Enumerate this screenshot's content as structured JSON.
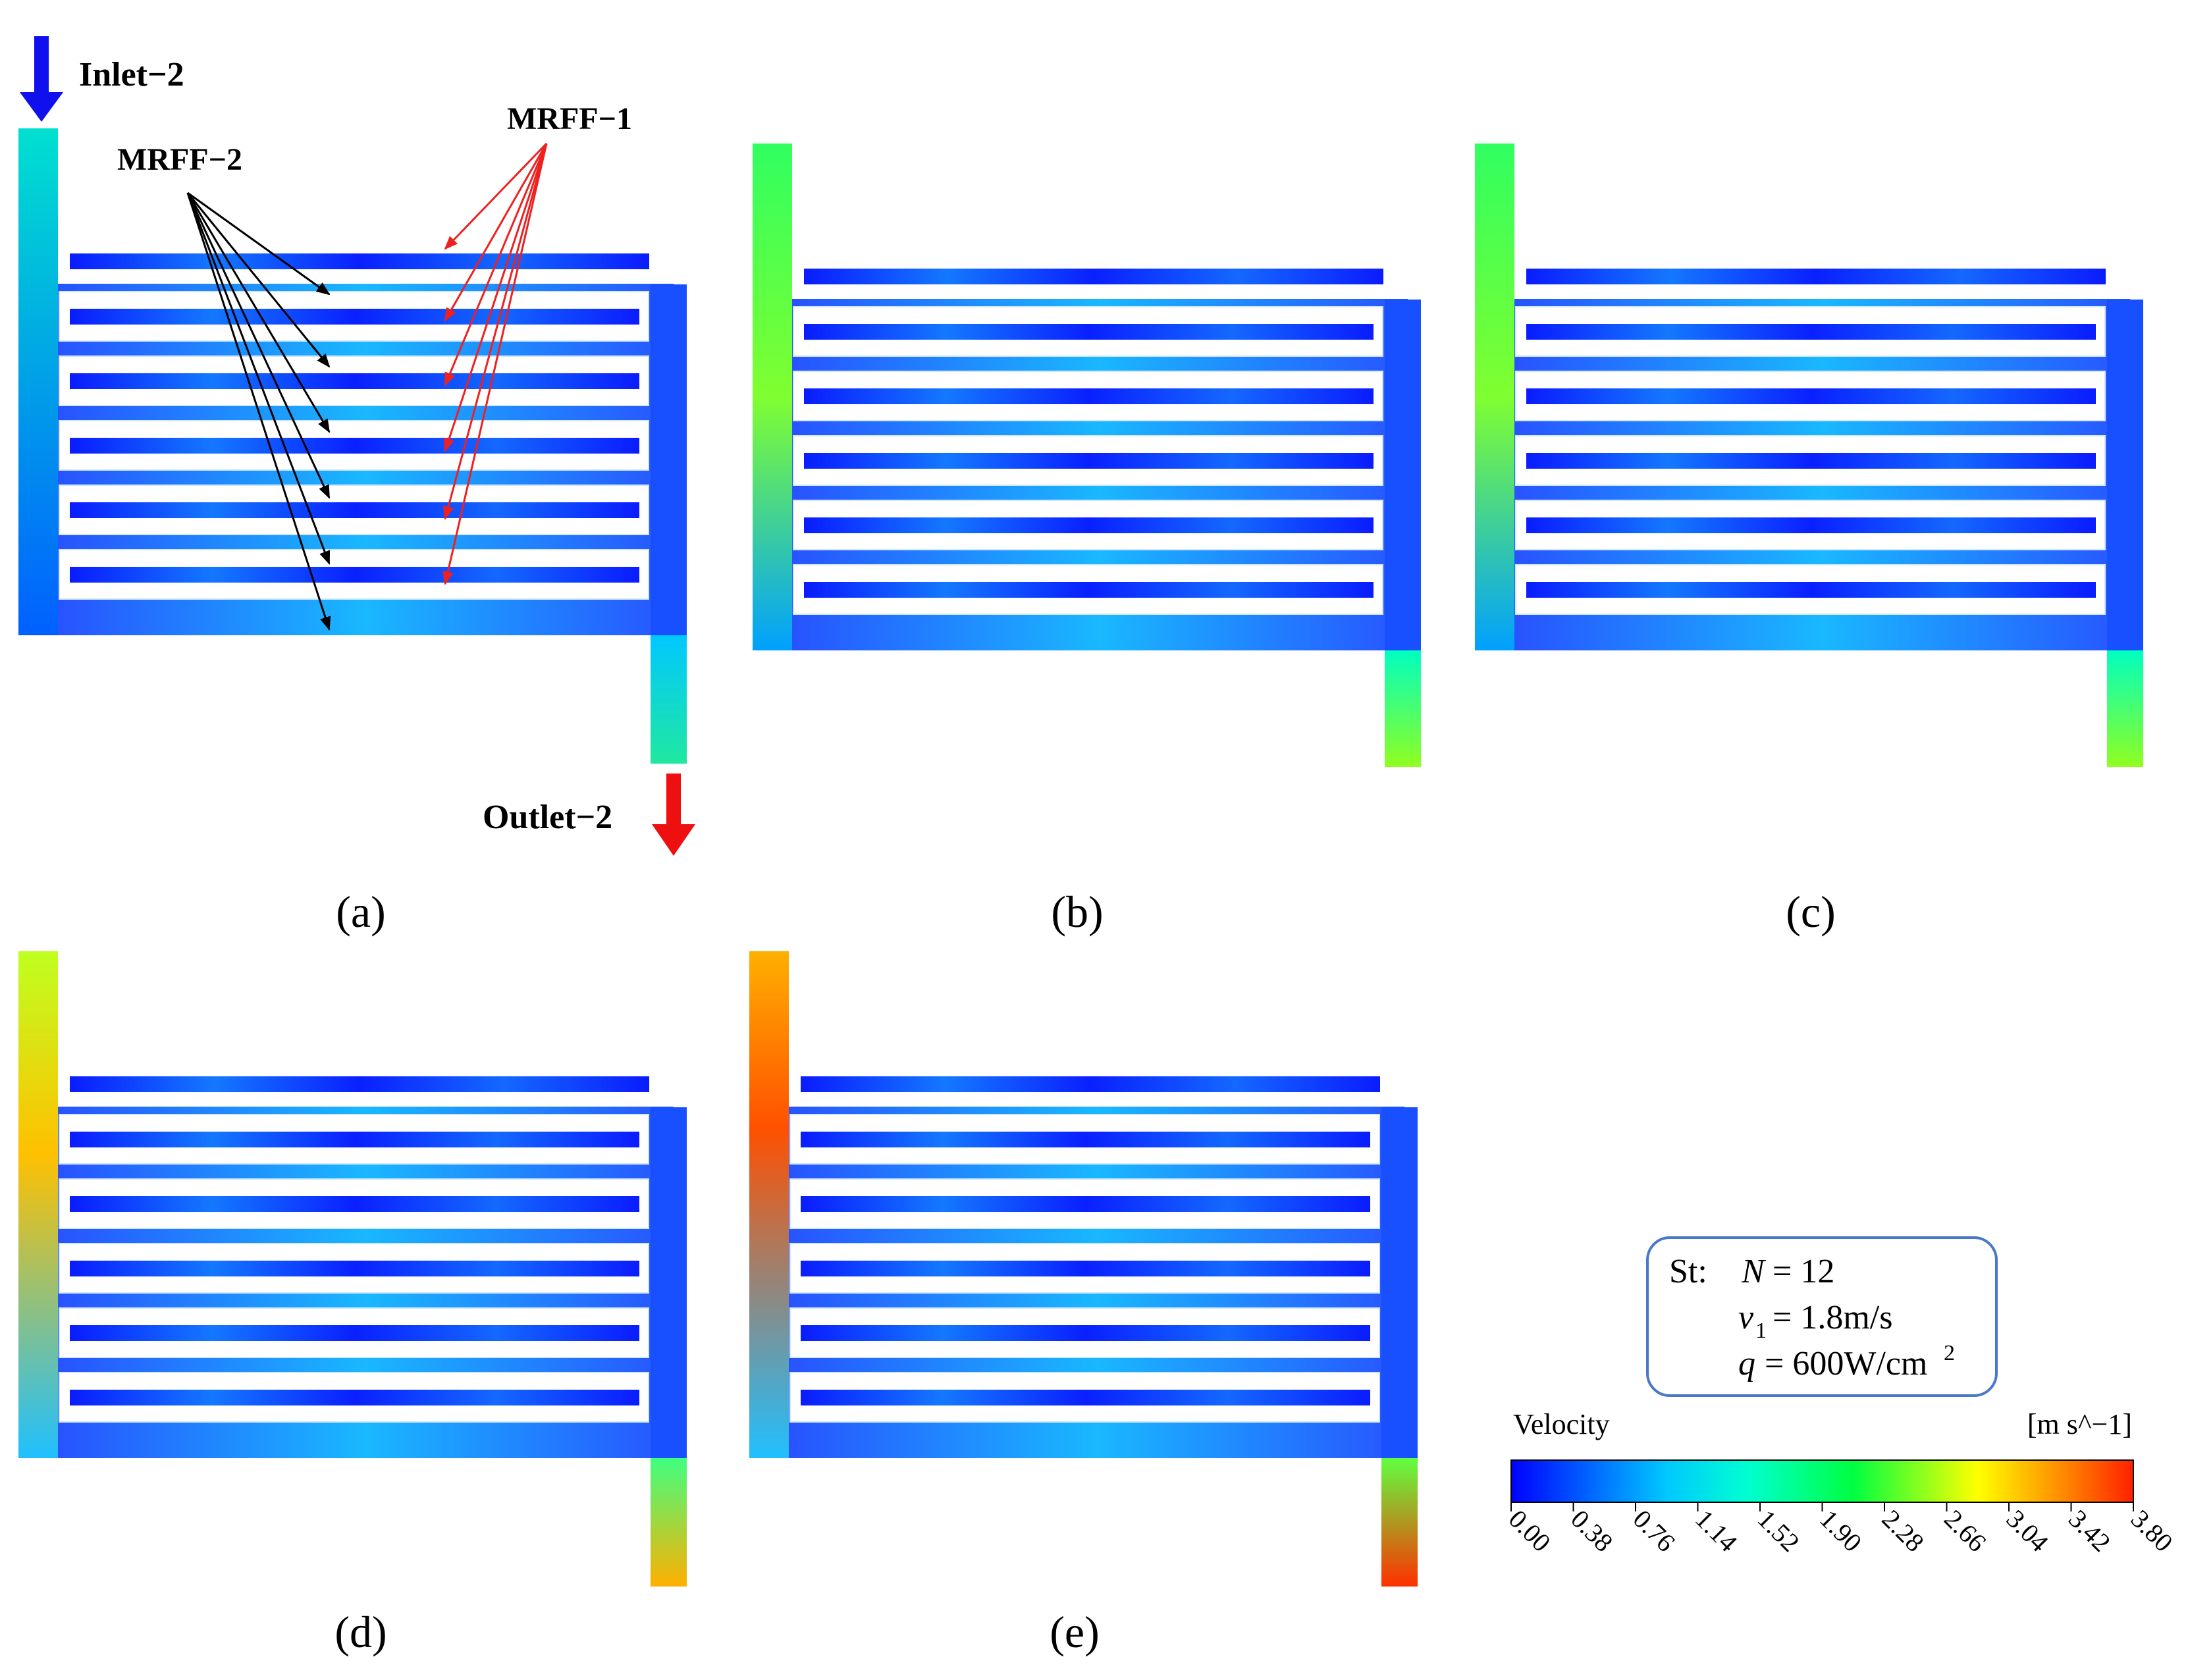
{
  "annotations": {
    "inlet": "Inlet−2",
    "outlet": "Outlet−2",
    "mrff1": "MRFF−1",
    "mrff2": "MRFF−2"
  },
  "panels": [
    {
      "label": "(a)",
      "letter": "a"
    },
    {
      "label": "(b)",
      "letter": "b"
    },
    {
      "label": "(c)",
      "letter": "c"
    },
    {
      "label": "(d)",
      "letter": "d"
    },
    {
      "label": "(e)",
      "letter": "e"
    }
  ],
  "conditions": {
    "prefix": "St:",
    "n_var": "N",
    "n_value": "= 12",
    "v_var": "v",
    "v_sub": "1",
    "v_value": "= 1.8m/s",
    "q_var": "q",
    "q_value": "= 600W/cm",
    "q_sup": "2"
  },
  "legend": {
    "title": "Velocity",
    "unit": "[m s^−1]",
    "ticks": [
      "0.00",
      "0.38",
      "0.76",
      "1.14",
      "1.52",
      "1.90",
      "2.28",
      "2.66",
      "3.04",
      "3.42",
      "3.80"
    ],
    "colors": [
      "#0000ff",
      "#00c8ff",
      "#00ffe0",
      "#00ff40",
      "#ffff00",
      "#ff8000",
      "#ff2000"
    ]
  },
  "colors": {
    "inlet_arrow": "#1010ee",
    "outlet_arrow": "#ee1010",
    "mrff1_arrows": "#ee2020",
    "mrff2_arrows": "#000000",
    "box_border": "#4a78c8"
  }
}
